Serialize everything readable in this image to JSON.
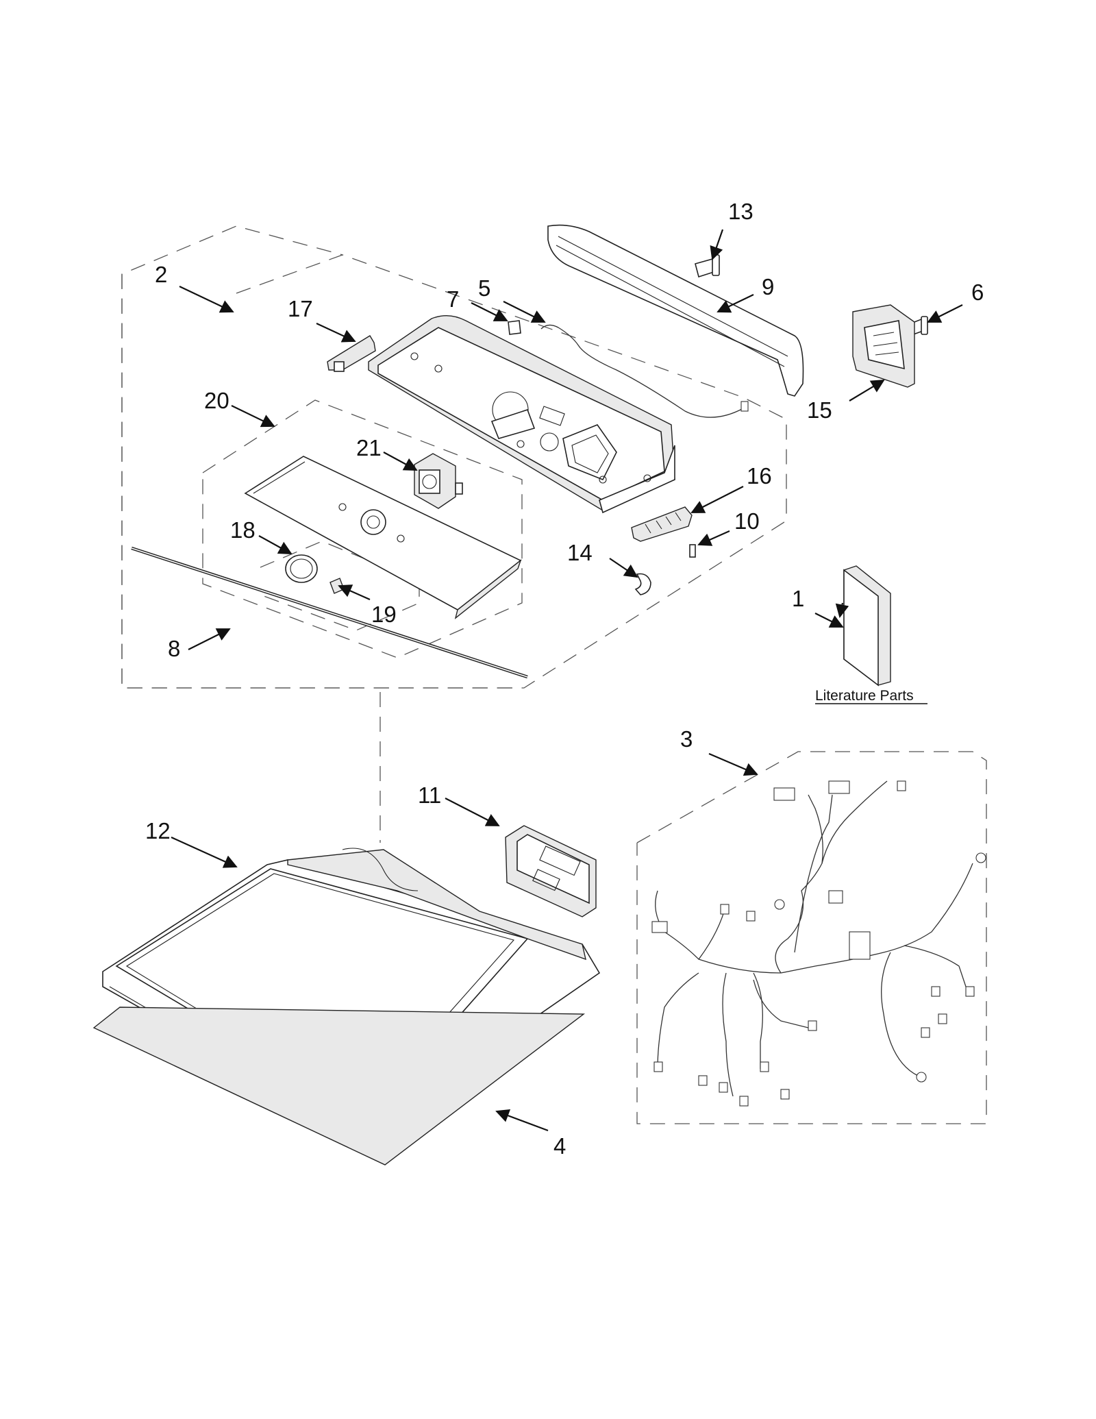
{
  "callouts": {
    "p1": "1",
    "p2": "2",
    "p3": "3",
    "p4": "4",
    "p5": "5",
    "p6": "6",
    "p7": "7",
    "p8": "8",
    "p9": "9",
    "p10": "10",
    "p11": "11",
    "p12": "12",
    "p13": "13",
    "p14": "14",
    "p15": "15",
    "p16": "16",
    "p17": "17",
    "p18": "18",
    "p19": "19",
    "p20": "20",
    "p21": "21"
  },
  "literature_label": "Literature Parts",
  "colors": {
    "line": "#222222",
    "background": "#ffffff",
    "fill": "#e9e9e9"
  }
}
